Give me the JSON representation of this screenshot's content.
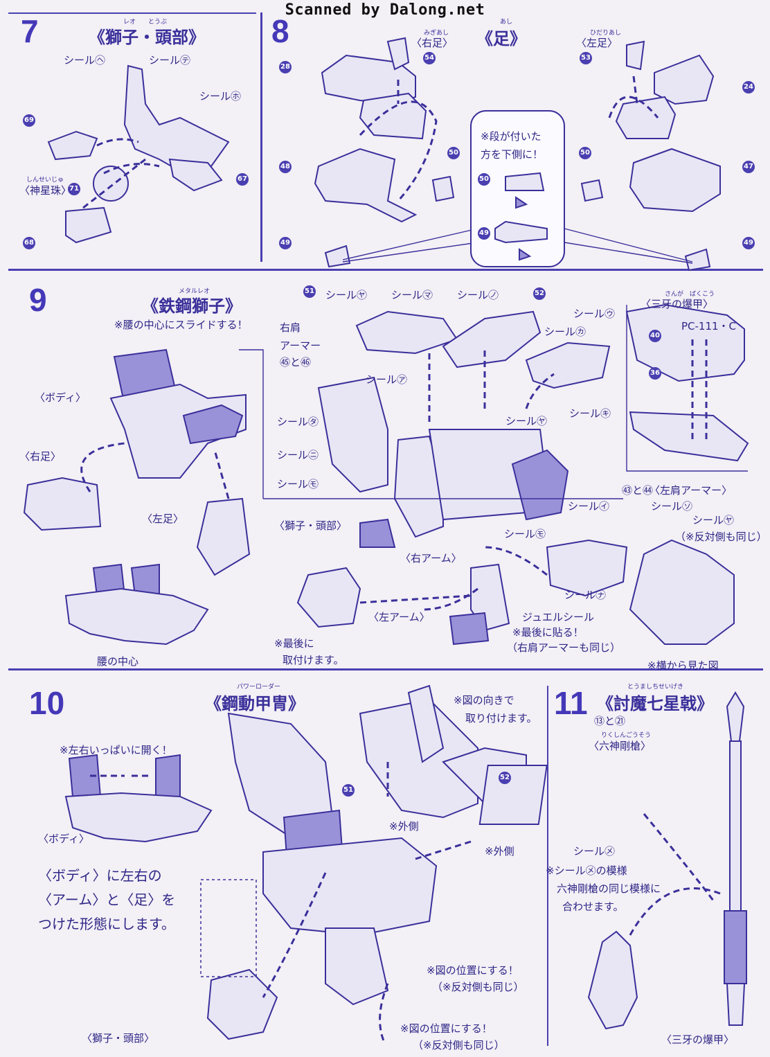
{
  "watermark": "Scanned by Dalong.net",
  "step7": {
    "number": "7",
    "title": "《獅子・頭部》",
    "ruby_title": "レオ　　とうぶ",
    "labels": {
      "seal_he": "シール㋬",
      "seal_te": "シール㋢",
      "seal_ho": "シール㋭",
      "sphere": "〈神星珠〉",
      "sphere_ruby": "しんせいじゅ"
    },
    "parts": [
      "69",
      "71",
      "67",
      "68"
    ]
  },
  "step8": {
    "number": "8",
    "title": "《足》",
    "ruby_title": "あし",
    "right_foot": "〈右足〉",
    "right_foot_ruby": "みぎあし",
    "left_foot": "〈左足〉",
    "left_foot_ruby": "ひだりあし",
    "note": "※段が付いた方を下側に！",
    "note_line1": "※段が付いた",
    "note_line2": "方を下側に！",
    "parts": [
      "28",
      "54",
      "48",
      "50",
      "49",
      "53",
      "24",
      "47",
      "50",
      "50",
      "49",
      "49"
    ]
  },
  "step9": {
    "number": "9",
    "title": "《鉄鋼獅子》",
    "ruby_title": "メタルレオ",
    "slide_note": "※腰の中心にスライドする！",
    "body": "〈ボディ〉",
    "right_foot": "〈右足〉",
    "left_foot": "〈左足〉",
    "waist_center": "腰の中心",
    "right_shoulder_armor_1": "右肩",
    "right_shoulder_armor_2": "アーマー",
    "right_shoulder_parts": "㊺と㊻",
    "seals": {
      "ya": "シール㋳",
      "ma": "シール㋮",
      "no": "シール㋨",
      "u": "シール㋒",
      "ka": "シール㋕",
      "a": "シール㋐",
      "ta": "シール㋟",
      "ni": "シール㋥",
      "mo": "シール㋲",
      "ya2": "シール㋳",
      "ki": "シール㋖",
      "i": "シール㋑",
      "so": "シール㋞",
      "ya3": "シール㋳",
      "mo2": "シール㋲",
      "na": "シール㋤"
    },
    "same_other_side": "（※反対側も同じ）",
    "sanga_title": "〈三牙の爆甲〉",
    "sanga_ruby": "さんが　ばくこう",
    "pc_part": "PC-111・C",
    "sanga_parts": [
      "40",
      "36"
    ],
    "left_shoulder_parts": "㊸と㊹",
    "left_shoulder_armor": "〈左肩アーマー〉",
    "lion_head": "〈獅子・頭部〉",
    "right_arm": "〈右アーム〉",
    "left_arm": "〈左アーム〉",
    "last_attach_1": "※最後に",
    "last_attach_2": "取付けます。",
    "jewel_seal": "ジュエルシール",
    "jewel_note_1": "※最後に貼る！",
    "jewel_note_2": "（右肩アーマーも同じ）",
    "side_view": "※横から見た図",
    "parts": [
      "51",
      "52"
    ]
  },
  "step10": {
    "number": "10",
    "title": "《鋼動甲冑》",
    "ruby_title": "パワーローダー",
    "open_note": "※左右いっぱいに開く！",
    "body": "〈ボディ〉",
    "instruction_1": "〈ボディ〉に左右の",
    "instruction_2": "〈アーム〉と〈足〉を",
    "instruction_3": "つけた形態にします。",
    "orient_note_1": "※図の向きで",
    "orient_note_2": "取り付けます。",
    "outside_1": "※外側",
    "outside_2": "※外側",
    "position_note_1": "※図の位置にする！",
    "position_note_2": "（※反対側も同じ）",
    "position_note_3": "※図の位置にする！",
    "position_note_4": "（※反対側も同じ）",
    "lion_head": "〈獅子・頭部〉",
    "parts": [
      "51",
      "52"
    ]
  },
  "step11": {
    "number": "11",
    "title": "《討魔七星戟》",
    "ruby_title": "とうましちせいげき",
    "parts_line": "⑬と㉑",
    "spear": "〈六神剛槍〉",
    "spear_ruby": "りくしんごうそう",
    "seal_me": "シール㋱",
    "seal_note_1": "※シール㋱の模様",
    "seal_note_2": "六神剛槍の同じ模様に",
    "seal_note_3": "合わせます。",
    "sanga": "〈三牙の爆甲〉"
  }
}
